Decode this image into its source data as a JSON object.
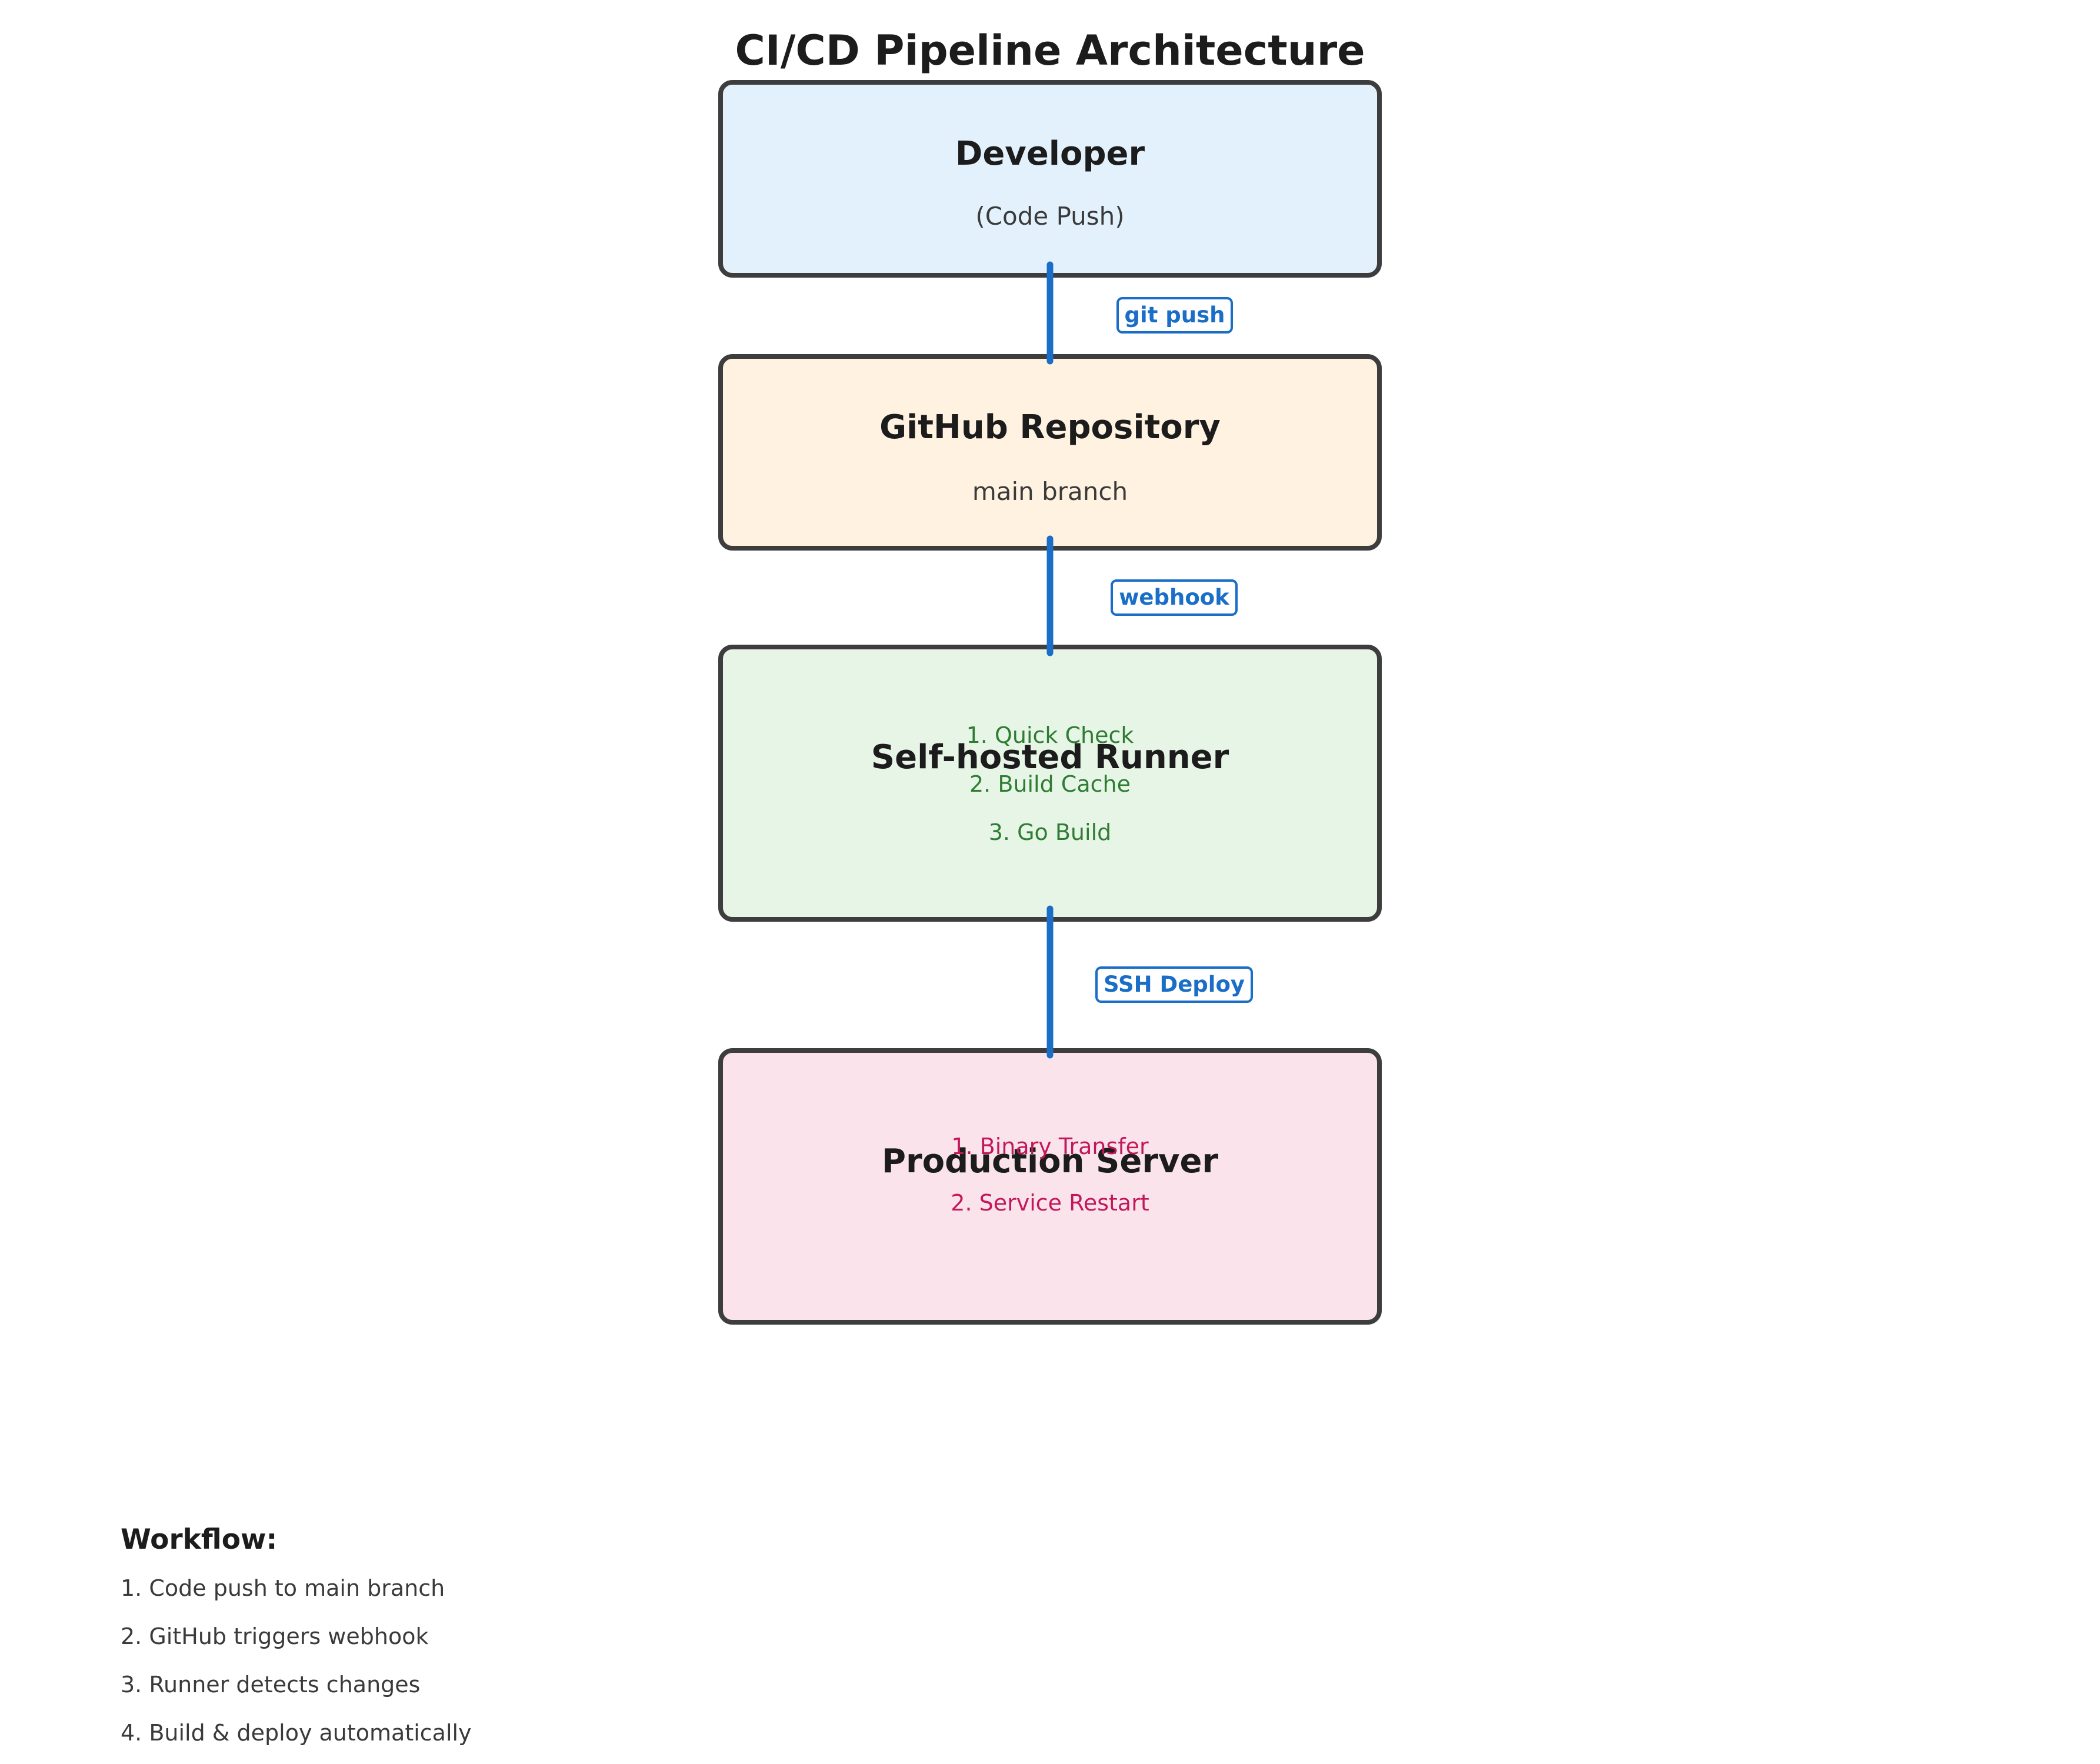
{
  "title": "CI/CD Pipeline Architecture",
  "colors": {
    "border": "#3d3d3d",
    "arrow": "#1a6ec7",
    "developer_fill": "#e3f1fd",
    "repo_fill": "#fff2e0",
    "runner_fill": "#e7f5e7",
    "server_fill": "#fbe3ec",
    "runner_steps_color": "#2e7d32",
    "server_steps_color": "#c2185b"
  },
  "nodes": {
    "developer": {
      "title": "Developer",
      "subtitle": "(Code Push)"
    },
    "repo": {
      "title": "GitHub Repository",
      "subtitle": "main branch"
    },
    "runner": {
      "title": "Self-hosted Runner",
      "steps": [
        "1. Quick Check",
        "2. Build Cache",
        "3. Go Build"
      ]
    },
    "server": {
      "title": "Production Server",
      "steps": [
        "1. Binary Transfer",
        "2. Service Restart"
      ]
    }
  },
  "edges": [
    {
      "from": "Developer",
      "to": "GitHub Repository",
      "label": "git push"
    },
    {
      "from": "GitHub Repository",
      "to": "Self-hosted Runner",
      "label": "webhook"
    },
    {
      "from": "Self-hosted Runner",
      "to": "Production Server",
      "label": "SSH Deploy"
    }
  ],
  "workflow": {
    "heading": "Workflow:",
    "items": [
      "1. Code push to main branch",
      "2. GitHub triggers webhook",
      "3. Runner detects changes",
      "4. Build & deploy automatically"
    ]
  }
}
